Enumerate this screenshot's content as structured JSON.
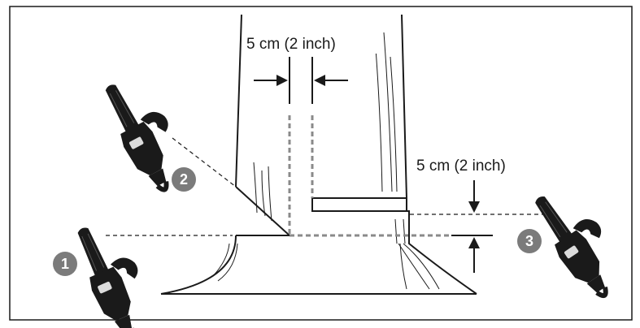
{
  "labels": {
    "trunk_gap": "5 cm (2 inch)",
    "step_height": "5 cm (2 inch)"
  },
  "steps": [
    {
      "number": "1"
    },
    {
      "number": "2"
    },
    {
      "number": "3"
    }
  ],
  "colors": {
    "ink": "#1a1a1a",
    "badge": "#7b7b7b",
    "guide": "#8a8a8a"
  },
  "icons": [
    "chainsaw-icon"
  ]
}
